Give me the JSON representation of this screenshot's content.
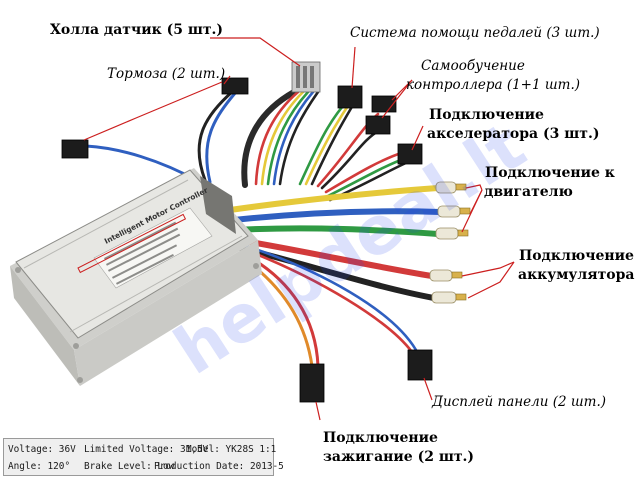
{
  "labels": {
    "hall_sensor": "Холла датчик (5 шт.)",
    "brakes": "Тормоза (2 шт.)",
    "pedal_assist": "Система помощи педалей (3 шт.)",
    "self_learning_1": "Самообучение",
    "self_learning_2": "контроллера (1+1 шт.)",
    "throttle_1": "Подключение",
    "throttle_2": "акселератора (3 шт.)",
    "motor_1": "Подключение к",
    "motor_2": "двигателю",
    "battery_1": "Подключение",
    "battery_2": "аккумулятора",
    "display": "Дисплей панели (2 шт.)",
    "ignition_1": "Подключение",
    "ignition_2": "зажигание (2 шт.)"
  },
  "spec_label": {
    "voltage": "Voltage: 36V",
    "limited_voltage": "Limited Voltage: 31,5V",
    "model": "Model:  YK28S 1:1",
    "angle": "Angle: 120°",
    "brake_level": "Brake Level:  Low",
    "production_date": "Production Date:  2013-5"
  },
  "controller_label": {
    "title": "Intelligent Motor Controller"
  },
  "watermark": "helpdeal.lt",
  "colors": {
    "leader_line": "#cc1f1f",
    "controller_body": "#e7e7e3",
    "watermark": "#2846eb"
  }
}
